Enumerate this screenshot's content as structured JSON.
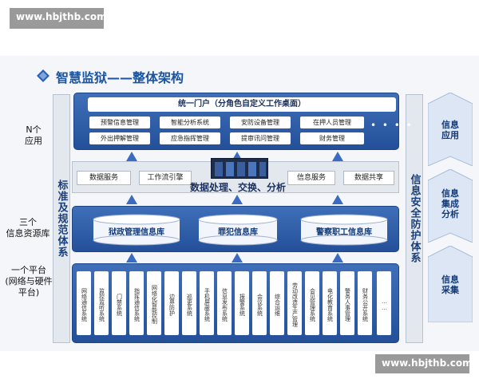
{
  "watermark_top": "www.hbjthb.com",
  "watermark_bottom": "www.hbjthb.com",
  "title": "智慧监狱——整体架构",
  "left_labels": {
    "n_apps": [
      "N个",
      "应用"
    ],
    "three_dbs": [
      "三个",
      "信息资源库"
    ],
    "one_platform": [
      "一个平台",
      "(网络与硬件",
      "平台)"
    ]
  },
  "left_vbar": "标准及规范体系",
  "right_vbar": "信息安全防护体系",
  "portal": "统一门户（分角色自定义工作桌面）",
  "apps_row1": [
    "预警信息管理",
    "智能分析系统",
    "安防设备管理",
    "在押人员管理"
  ],
  "apps_row2": [
    "外出押解管理",
    "应急指挥管理",
    "提审讯问管理",
    "财务管理"
  ],
  "apps_more": "• • • •",
  "mid_buttons": [
    "数据服务",
    "工作流引擎",
    "信息服务",
    "数据共享"
  ],
  "mid_text": "数据处理、交换、分析",
  "databases": [
    "狱政管理信息库",
    "罪犯信息库",
    "警察职工信息库"
  ],
  "systems": [
    "网络通信系统",
    "监控监听系统",
    "门禁系统",
    "指挥通信系统",
    "网络化智能控制",
    "边界防护",
    "巡更系统",
    "手机屏蔽系统",
    "信息发布系统",
    "报警系统",
    "会议系统",
    "综合运维",
    "劳动改造生产管理",
    "会见管理系统",
    "电化教育系统",
    "警务人事管理",
    "财务公开系统",
    "……"
  ],
  "chevrons": [
    [
      "信息",
      "应用"
    ],
    [
      "信息",
      "集成",
      "分析"
    ],
    [
      "信息",
      "采集"
    ]
  ],
  "colors": {
    "primary": "#24509a",
    "accent": "#1a55a3",
    "panel": "#f4f6fa"
  }
}
